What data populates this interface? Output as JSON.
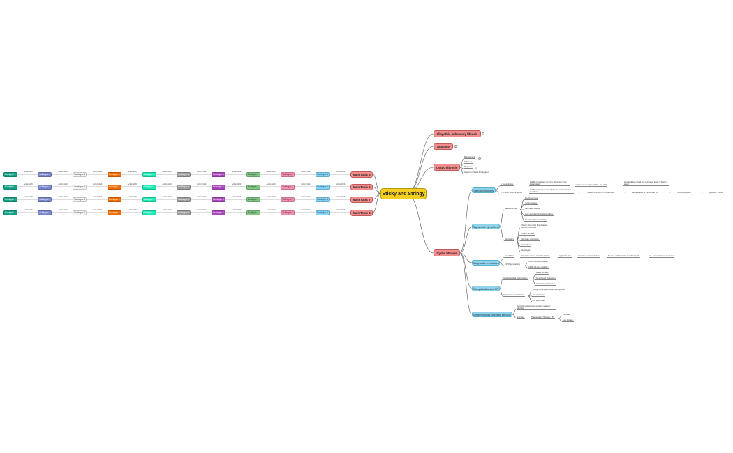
{
  "central": "Sticky and Stringy",
  "main_right": [
    "Idiopathic pulmonary fibrosis",
    "Anatomy",
    "Cystic Fibrosis",
    "Cystic fibrosis"
  ],
  "cf_small_items": [
    "Management",
    "Follow up",
    "Prognosis",
    "Impact on Patient & Caregivers"
  ],
  "pathophysiology": {
    "label": "pathophysiology",
    "rows": [
      [
        "in sweat glands",
        "inability to reabsorb CL- from the lumen of the sweat glands",
        "reduced reabsorption of Na+ and H2O",
        "increased loss of salt and decreased levels of NaCl in sweat"
      ],
      [
        "in all other exocrine glands",
        "inability to transport intracellular CL- across the cell membrane",
        "reduced secretion of CL- and H2O",
        "accumulation of intracellular CL-",
        "Na+ reabsorption",
        "hypertonic mucus"
      ]
    ]
  },
  "signs": {
    "label": "Signs and symptoms",
    "gastro_label": "gastrointestinal",
    "gastro": [
      "Meconium ileus",
      "rectal prolapse",
      "Pancreatic disease",
      "Liver and biliary tract abnormalities",
      "GI related disease inability"
    ],
    "resp_label": "Respiratory",
    "resp": [
      "Chronic obstructive lung disease with bronchiectasis",
      "Chronic sinusitis",
      "Pulmonary destruction",
      "Barrel chest",
      "Hemoptysis"
    ]
  },
  "diagnostic": {
    "label": "Diagnostic measures",
    "sweat_label": "Sweat Test",
    "sweat": [
      "pilocarpine and an electrical current",
      "applied to skin",
      "stimulate sweat production",
      "Sweat is collected with absorbent pads",
      "CL- concentration is measured"
    ],
    "cftr_label": "CFTR gene testing",
    "cftr": [
      "CFTR mutation analysis",
      "CFTR full gene analysis"
    ]
  },
  "complications": {
    "label": "Complications of CF",
    "gi_label": "Gastrointestinal complications",
    "gi": [
      "Biliary cirrhosis",
      "Small bowel obstruction",
      "Gastrostomy distension"
    ],
    "resp_label": "Respiratory complications",
    "resp": [
      "Allergic bronchopulmonary aspergillosis",
      "pneumothorax",
      "Cor pulmonale"
    ]
  },
  "epidemiology": {
    "label": "Epidemiology of cystic fibrosis",
    "item1": "Second most common genetic, metabolic disorder",
    "item2": "in males",
    "item3": "Total number: 70 cases = 40",
    "item4": [
      "Fecundity",
      "Late females"
    ]
  },
  "left_rows": [
    {
      "main": "Main Topic 5",
      "subs": [
        "Subtopic 1",
        "Subtopic 1",
        "Subtopic 1",
        "Subtopic 1",
        "Subtopic 1",
        "Subtopic 1",
        "Subtopic 1",
        "Subtopic 1",
        "Subtopic 1",
        "Subtopic 1"
      ]
    },
    {
      "main": "Main Topic 6",
      "subs": [
        "Subtopic 1",
        "Subtopic 1",
        "Subtopic 1",
        "Subtopic 1",
        "Subtopic 1",
        "Subtopic 1",
        "Subtopic 1",
        "Subtopic 1",
        "Subtopic 1",
        "Subtopic 1"
      ]
    },
    {
      "main": "Main Topic 7",
      "subs": [
        "Subtopic 1",
        "Subtopic 1",
        "Subtopic 1",
        "Subtopic 1",
        "Subtopic 1",
        "Subtopic 1",
        "Subtopic 1",
        "Subtopic 1",
        "Subtopic 1",
        "Subtopic 1"
      ]
    },
    {
      "main": "Main Topic 8",
      "subs": [
        "Subtopic 1",
        "Subtopic 1",
        "Subtopic 1",
        "Subtopic 1",
        "Subtopic 1",
        "Subtopic 1",
        "Subtopic 1",
        "Subtopic 1",
        "Subtopic 1",
        "Subtopic 1"
      ]
    }
  ],
  "verb_label": "Action Verb",
  "arrow": "→",
  "collapse_symbol": "−",
  "chip_colors": [
    "#16a085",
    "#7986cb",
    "#f5f5f5",
    "#ef6c00",
    "#1de9b6",
    "#9e9e9e",
    "#ab47bc",
    "#81c784",
    "#f48fb1",
    "#81d4fa"
  ]
}
